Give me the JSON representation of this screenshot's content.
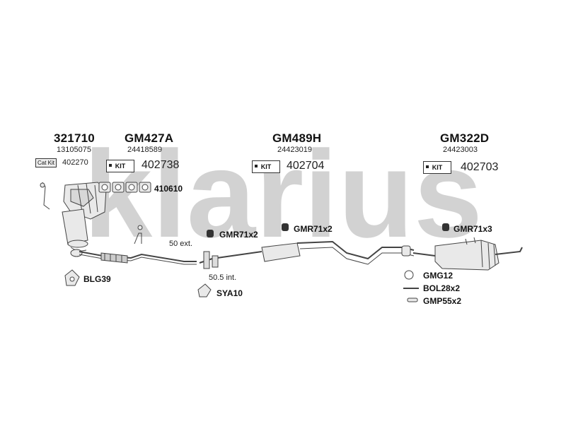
{
  "watermark": "klarius",
  "colors": {
    "watermark": "#cfcfcf",
    "line": "#444444",
    "fill": "#e8e8e8"
  },
  "sections": [
    {
      "part": "321710",
      "oem": "13105075",
      "catkit": "Cat Kit",
      "kit_number": "402270"
    },
    {
      "part": "GM427A",
      "oem": "24418589",
      "kit_label": "KIT",
      "kit_number": "402738"
    },
    {
      "part": "GM489H",
      "oem": "24423019",
      "kit_label": "KIT",
      "kit_number": "402704"
    },
    {
      "part": "GM322D",
      "oem": "24423003",
      "kit_label": "KIT",
      "kit_number": "402703"
    }
  ],
  "labels": {
    "gasket_set": "410610",
    "ext": "50 ext.",
    "int": "50.5 int.",
    "gmr_a": "GMR71x2",
    "gmr_b": "GMR71x2",
    "gmr_c": "GMR71x3",
    "blg": "BLG39",
    "sya": "SYA10",
    "gmg": "GMG12",
    "bol": "BOL28x2",
    "gmp": "GMP55x2"
  }
}
